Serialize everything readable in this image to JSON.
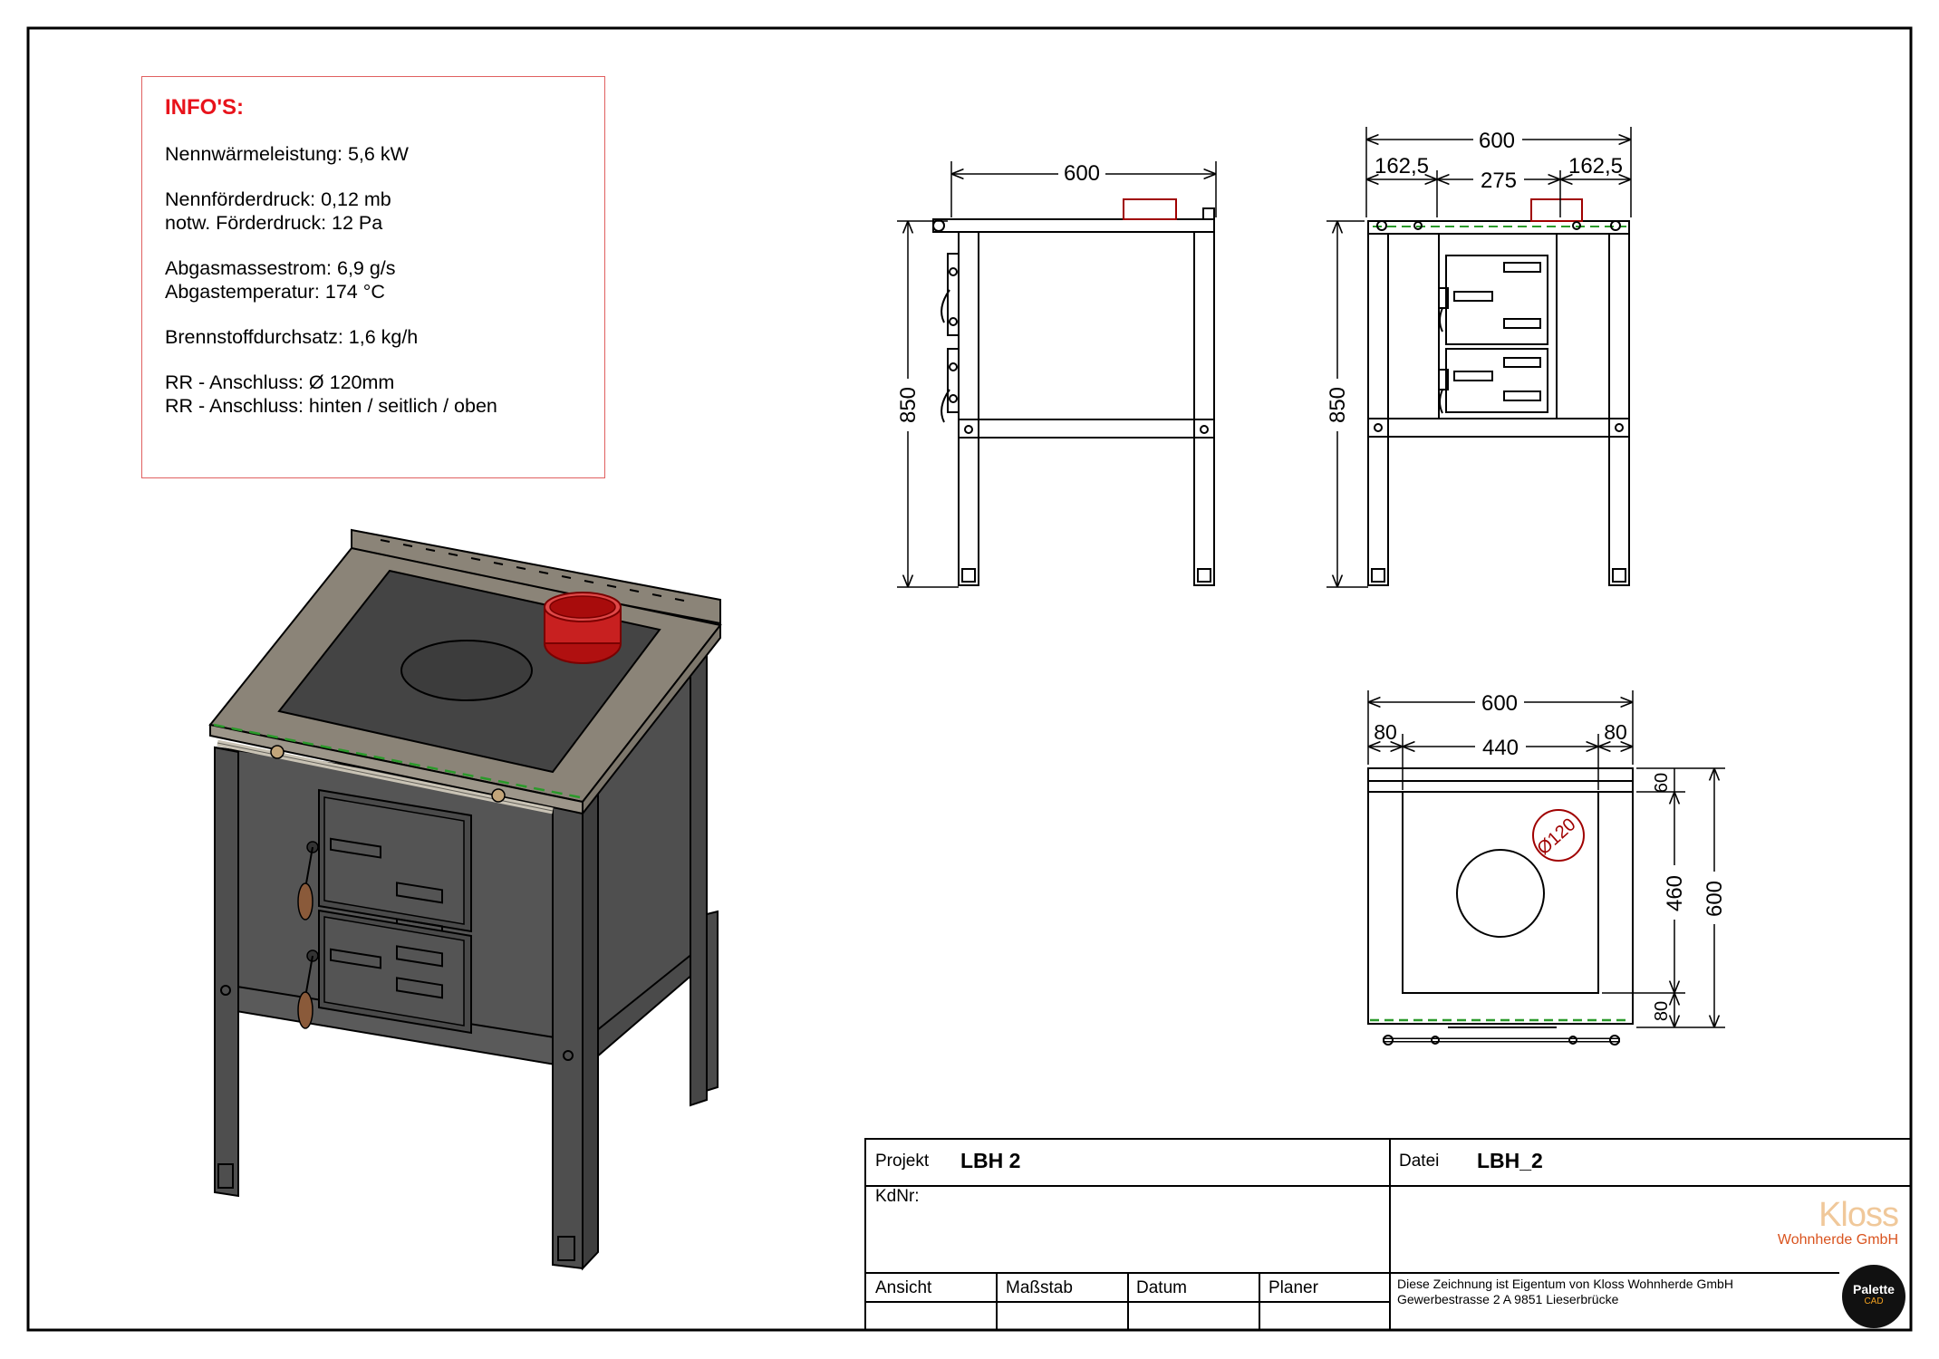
{
  "info": {
    "title": "INFO'S:",
    "lines": [
      "Nennwärmeleistung: 5,6 kW",
      "",
      "Nennförderdruck: 0,12 mb",
      "notw. Förderdruck: 12 Pa",
      "",
      "Abgasmassestrom: 6,9 g/s",
      "Abgastemperatur: 174 °C",
      "",
      "Brennstoffdurchsatz: 1,6 kg/h",
      "",
      "RR - Anschluss: Ø 120mm",
      "RR - Anschluss: hinten / seitlich / oben"
    ]
  },
  "dims": {
    "side": {
      "width": "600",
      "height": "850"
    },
    "front": {
      "width": "600",
      "left": "162,5",
      "center": "275",
      "right": "162,5",
      "height": "850"
    },
    "top": {
      "width": "600",
      "left": "80",
      "center": "440",
      "right": "80",
      "depth": "600",
      "inner": "460",
      "back": "60",
      "front": "80",
      "flue": "Ø120"
    }
  },
  "title_block": {
    "projekt_label": "Projekt",
    "projekt": "LBH 2",
    "datei_label": "Datei",
    "datei": "LBH_2",
    "kdnr_label": "KdNr:",
    "ansicht_label": "Ansicht",
    "massstab_label": "Maßstab",
    "datum_label": "Datum",
    "planer_label": "Planer",
    "note_line1": "Diese Zeichnung ist Eigentum von Kloss Wohnherde GmbH",
    "note_line2": "Gewerbestrasse 2 A 9851 Lieserbrücke"
  },
  "brand": {
    "name": "Kloss",
    "subtitle": "Wohnherde GmbH"
  },
  "badge": {
    "name": "Palette",
    "sub": "CAD"
  },
  "colors": {
    "border": "#000000",
    "info_border": "#e06060",
    "info_title": "#e8131b",
    "flue": "#c01818",
    "dashed": "#2a9a2a",
    "wood": "#8a5a3a"
  }
}
